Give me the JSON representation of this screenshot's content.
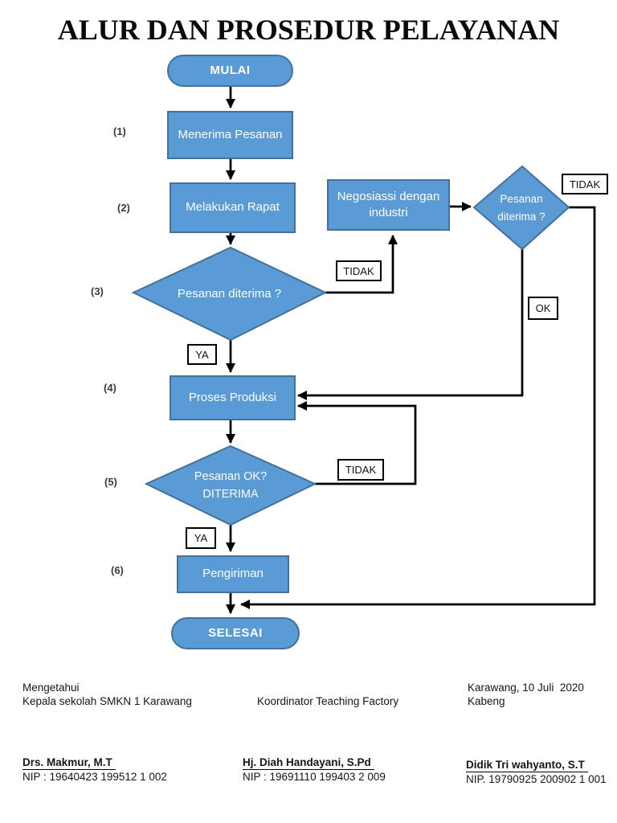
{
  "title": "ALUR DAN PROSEDUR PELAYANAN",
  "colors": {
    "shape_fill": "#5B9BD5",
    "shape_border": "#41719C",
    "connector": "#000000",
    "label_box_border": "#000000"
  },
  "flow": {
    "start_label": "MULAI",
    "end_label": "SELESAI",
    "step_numbers": [
      "(1)",
      "(2)",
      "(3)",
      "(4)",
      "(5)",
      "(6)"
    ],
    "nodes": {
      "receive_order": "Menerima Pesanan",
      "hold_meeting": "Melakukan Rapat",
      "negotiate_line1": "Negosiassi dengan",
      "negotiate_line2": "industri",
      "decision_right_line1": "Pesanan",
      "decision_right_line2": "diterima ?",
      "decision3": "Pesanan diterima ?",
      "production": "Proses Produksi",
      "decision5_line1": "Pesanan OK?",
      "decision5_line2": "DITERIMA",
      "shipping": "Pengiriman"
    },
    "edge_labels": {
      "no_right": "TIDAK",
      "ok_right": "OK",
      "no_d3": "TIDAK",
      "yes_d3": "YA",
      "no_d5": "TIDAK",
      "yes_d5": "YA"
    }
  },
  "signatures": {
    "left": {
      "heading1": "Mengetahui",
      "heading2": "Kepala sekolah SMKN 1 Karawang",
      "name": "Drs. Makmur, M.T",
      "nip": "NIP : 19640423 199512 1 002"
    },
    "center": {
      "heading": "Koordinator Teaching Factory",
      "name": "Hj. Diah Handayani, S.Pd",
      "nip": "NIP : 19691110 199403 2 009"
    },
    "right": {
      "heading1": "Karawang, 10 Juli  2020",
      "heading2": "Kabeng",
      "name": "Didik Tri wahyanto, S.T",
      "nip": "NIP. 19790925 200902 1 001"
    }
  }
}
